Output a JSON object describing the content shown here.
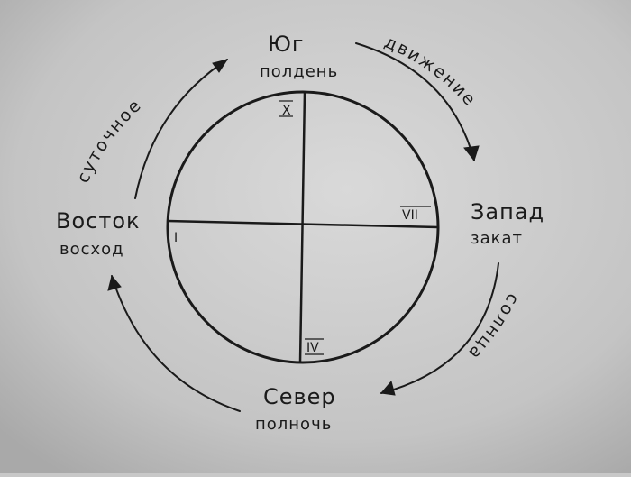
{
  "directions": {
    "south": {
      "name": "Юг",
      "event": "полдень"
    },
    "west": {
      "name": "Запад",
      "event": "закат"
    },
    "north": {
      "name": "Север",
      "event": "полночь"
    },
    "east": {
      "name": "Восток",
      "event": "восход"
    }
  },
  "hour_marks": {
    "top": "X",
    "right": "VII",
    "bottom": "IV",
    "left": "I"
  },
  "motion_labels": {
    "upper_left": "суточное",
    "upper_right": "движение",
    "lower_right": "солнца"
  },
  "colors": {
    "paper": "#c8c8c8",
    "ink": "#1a1a1a"
  }
}
